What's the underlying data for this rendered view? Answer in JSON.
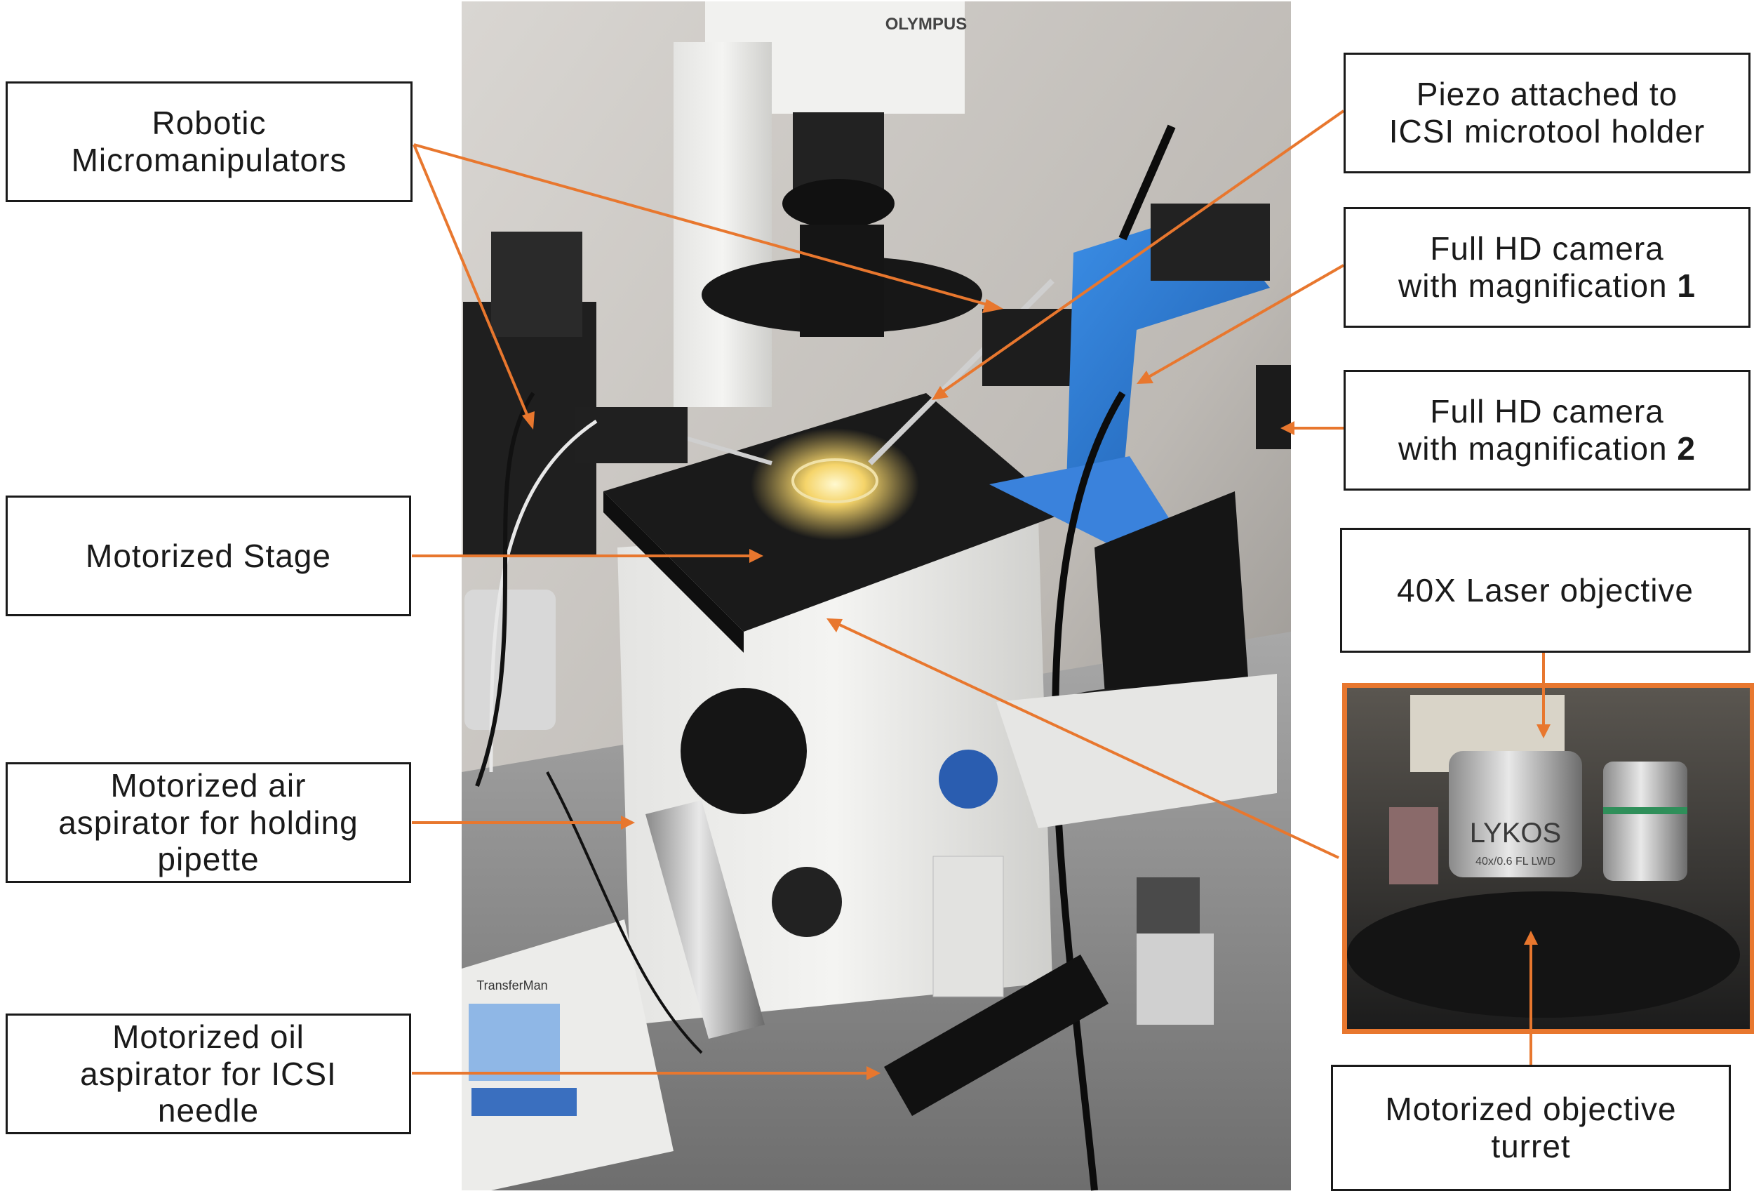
{
  "colors": {
    "arrow": "#e8772e",
    "box_border": "#1a1a1a",
    "text": "#1a1a1a",
    "background": "#ffffff"
  },
  "photo": {
    "brand_text": "OLYMPUS",
    "dish_device_text": "TransferMan",
    "objective_engraving": "LYKOS",
    "objective_spec": "40x/0.6 FL LWD"
  },
  "labels": {
    "robotic_micromanipulators": [
      "Robotic",
      "Micromanipulators"
    ],
    "motorized_stage": [
      "Motorized Stage"
    ],
    "air_aspirator": [
      "Motorized air",
      "aspirator for holding",
      "pipette"
    ],
    "oil_aspirator": [
      "Motorized oil",
      "aspirator for ICSI",
      "needle"
    ],
    "piezo": [
      "Piezo attached to",
      "ICSI microtool holder"
    ],
    "camera1": {
      "line1": "Full HD camera",
      "line2": "with magnification",
      "number": "1"
    },
    "camera2": {
      "line1": "Full HD camera",
      "line2": "with magnification",
      "number": "2"
    },
    "laser_objective": [
      "40X Laser objective"
    ],
    "objective_turret": [
      "Motorized objective",
      "turret"
    ]
  }
}
